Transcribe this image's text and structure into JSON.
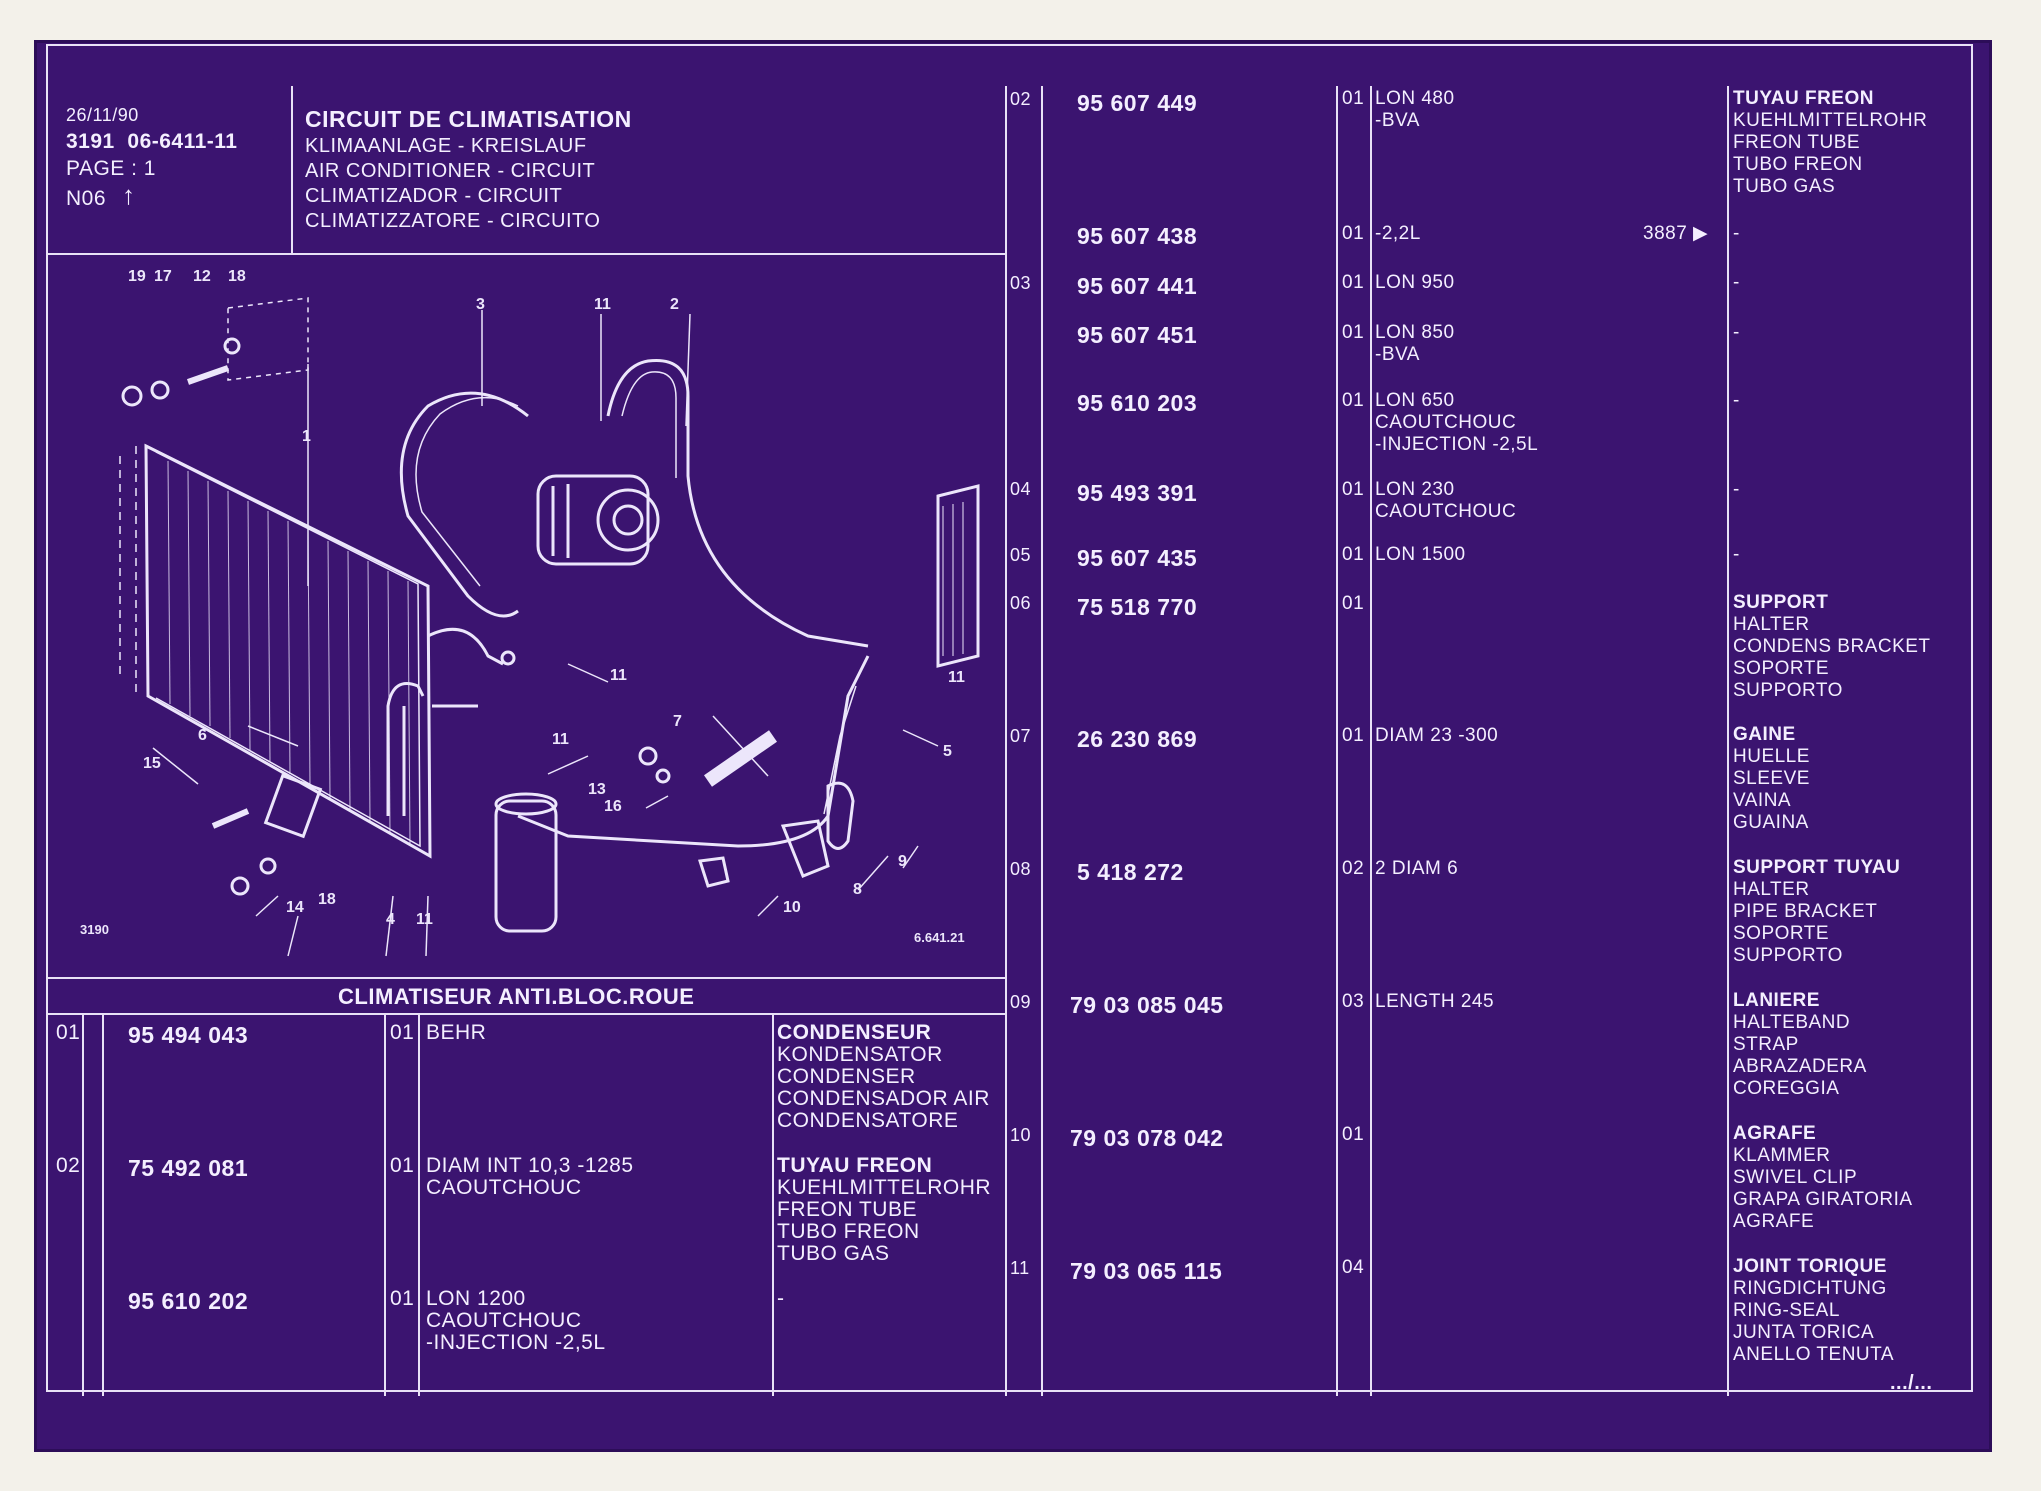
{
  "header": {
    "date": "26/11/90",
    "ref": "3191  06-6411-11",
    "page": "PAGE : 1",
    "section": "N06",
    "section_arrow": "↑",
    "title_lines": [
      "CIRCUIT DE CLIMATISATION",
      "KLIMAANLAGE - KREISLAUF",
      "AIR CONDITIONER - CIRCUIT",
      "CLIMATIZADOR - CIRCUIT",
      "CLIMATIZZATORE - CIRCUITO"
    ]
  },
  "diagram": {
    "callouts": [
      "19",
      "17",
      "12",
      "18",
      "3",
      "11",
      "2",
      "1",
      "11",
      "11",
      "6",
      "15",
      "7",
      "11",
      "13",
      "16",
      "5",
      "9",
      "8",
      "18",
      "14",
      "4",
      "11",
      "10"
    ],
    "code_left": "3190",
    "code_right": "6.641.21"
  },
  "left_table": {
    "heading": "CLIMATISEUR ANTI.BLOC.ROUE",
    "rows": [
      {
        "item": "01",
        "part": "95 494 043",
        "qty": "01",
        "desc": [
          "BEHR"
        ],
        "name": [
          "CONDENSEUR",
          "KONDENSATOR",
          "CONDENSER",
          "CONDENSADOR AIR",
          "CONDENSATORE"
        ]
      },
      {
        "item": "02",
        "part": "75 492 081",
        "qty": "01",
        "desc": [
          "DIAM INT 10,3 -1285",
          "CAOUTCHOUC"
        ],
        "name": [
          "TUYAU FREON",
          "KUEHLMITTELROHR",
          "FREON TUBE",
          "TUBO FREON",
          "TUBO GAS"
        ]
      },
      {
        "item": "",
        "part": "95 610 202",
        "qty": "01",
        "desc": [
          "LON 1200",
          "CAOUTCHOUC",
          "-INJECTION -2,5L"
        ],
        "name": [
          "-"
        ]
      }
    ]
  },
  "right_table": {
    "rows": [
      {
        "item": "02",
        "part": "95 607 449",
        "qty": "01",
        "desc": [
          "LON 480",
          "-BVA"
        ],
        "ref": "",
        "name": [
          "TUYAU FREON",
          "KUEHLMITTELROHR",
          "FREON TUBE",
          "TUBO FREON",
          "TUBO GAS"
        ]
      },
      {
        "item": "",
        "part": "95 607 438",
        "qty": "01",
        "desc": [
          "-2,2L"
        ],
        "ref": "3887 ▶",
        "name": [
          "-"
        ]
      },
      {
        "item": "03",
        "part": "95 607 441",
        "qty": "01",
        "desc": [
          "LON 950"
        ],
        "ref": "",
        "name": [
          "-"
        ]
      },
      {
        "item": "",
        "part": "95 607 451",
        "qty": "01",
        "desc": [
          "LON 850",
          "-BVA"
        ],
        "ref": "",
        "name": [
          "-"
        ]
      },
      {
        "item": "",
        "part": "95 610 203",
        "qty": "01",
        "desc": [
          "LON 650",
          "CAOUTCHOUC",
          "-INJECTION -2,5L"
        ],
        "ref": "",
        "name": [
          "-"
        ]
      },
      {
        "item": "04",
        "part": "95 493 391",
        "qty": "01",
        "desc": [
          "LON 230",
          "CAOUTCHOUC"
        ],
        "ref": "",
        "name": [
          "-"
        ]
      },
      {
        "item": "05",
        "part": "95 607 435",
        "qty": "01",
        "desc": [
          "LON 1500"
        ],
        "ref": "",
        "name": [
          "-"
        ]
      },
      {
        "item": "06",
        "part": "75 518 770",
        "qty": "01",
        "desc": [],
        "ref": "",
        "name": [
          "SUPPORT",
          "HALTER",
          "CONDENS BRACKET",
          "SOPORTE",
          "SUPPORTO"
        ]
      },
      {
        "item": "07",
        "part": "26 230 869",
        "qty": "01",
        "desc": [
          "DIAM 23 -300"
        ],
        "ref": "",
        "name": [
          "GAINE",
          "HUELLE",
          "SLEEVE",
          "VAINA",
          "GUAINA"
        ]
      },
      {
        "item": "08",
        "part": "5 418 272",
        "qty": "02",
        "desc": [
          "2 DIAM 6"
        ],
        "ref": "",
        "name": [
          "SUPPORT TUYAU",
          "HALTER",
          "PIPE BRACKET",
          "SOPORTE",
          "SUPPORTO"
        ]
      },
      {
        "item": "09",
        "part": "79 03 085 045",
        "qty": "03",
        "desc": [
          "LENGTH 245"
        ],
        "ref": "",
        "name": [
          "LANIERE",
          "HALTEBAND",
          "STRAP",
          "ABRAZADERA",
          "COREGGIA"
        ]
      },
      {
        "item": "10",
        "part": "79 03 078 042",
        "qty": "01",
        "desc": [],
        "ref": "",
        "name": [
          "AGRAFE",
          "KLAMMER",
          "SWIVEL CLIP",
          "GRAPA GIRATORIA",
          "AGRAFE"
        ]
      },
      {
        "item": "11",
        "part": "79 03 065 115",
        "qty": "04",
        "desc": [],
        "ref": "",
        "name": [
          "JOINT TORIQUE",
          "RINGDICHTUNG",
          "RING-SEAL",
          "JUNTA TORICA",
          "ANELLO TENUTA"
        ]
      }
    ],
    "continued": ".../..."
  }
}
